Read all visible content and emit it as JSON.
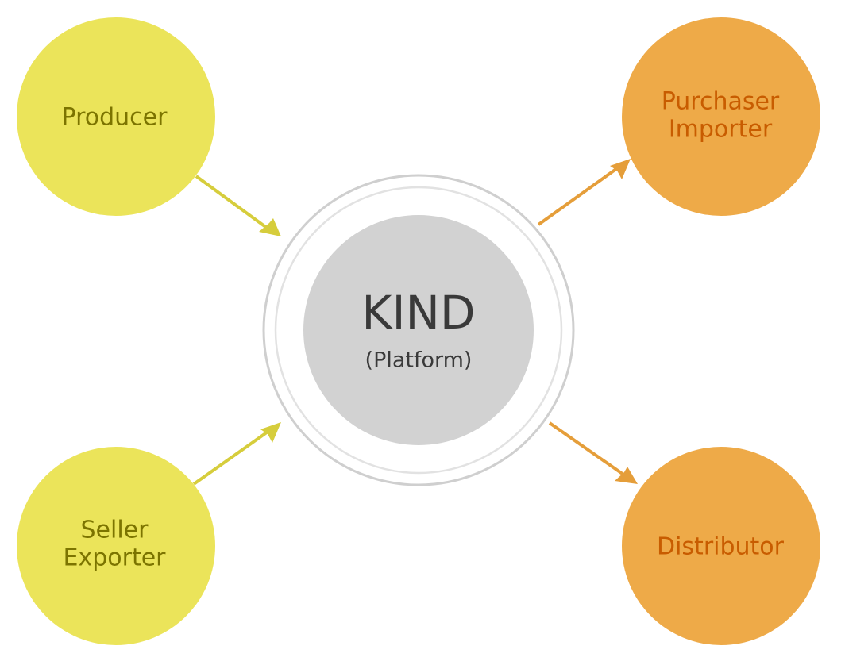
{
  "center": {
    "title": "KIND",
    "subtitle": "(Platform)"
  },
  "nodes": {
    "producer": {
      "lines": [
        "Producer"
      ]
    },
    "seller_exporter": {
      "lines": [
        "Seller",
        "Exporter"
      ]
    },
    "purchaser_importer": {
      "lines": [
        "Purchaser",
        "Importer"
      ]
    },
    "distributor": {
      "lines": [
        "Distributor"
      ]
    }
  },
  "colors": {
    "yellow_fill": "#ebe45a",
    "yellow_text": "#7c7400",
    "yellow_arrow": "#d6cd3c",
    "orange_fill": "#eeaa48",
    "orange_text": "#c85c00",
    "orange_arrow": "#e59e3a",
    "center_fill": "#d2d2d2",
    "center_text": "#3a3a3a",
    "ring_stroke": "#cfcfcf"
  }
}
